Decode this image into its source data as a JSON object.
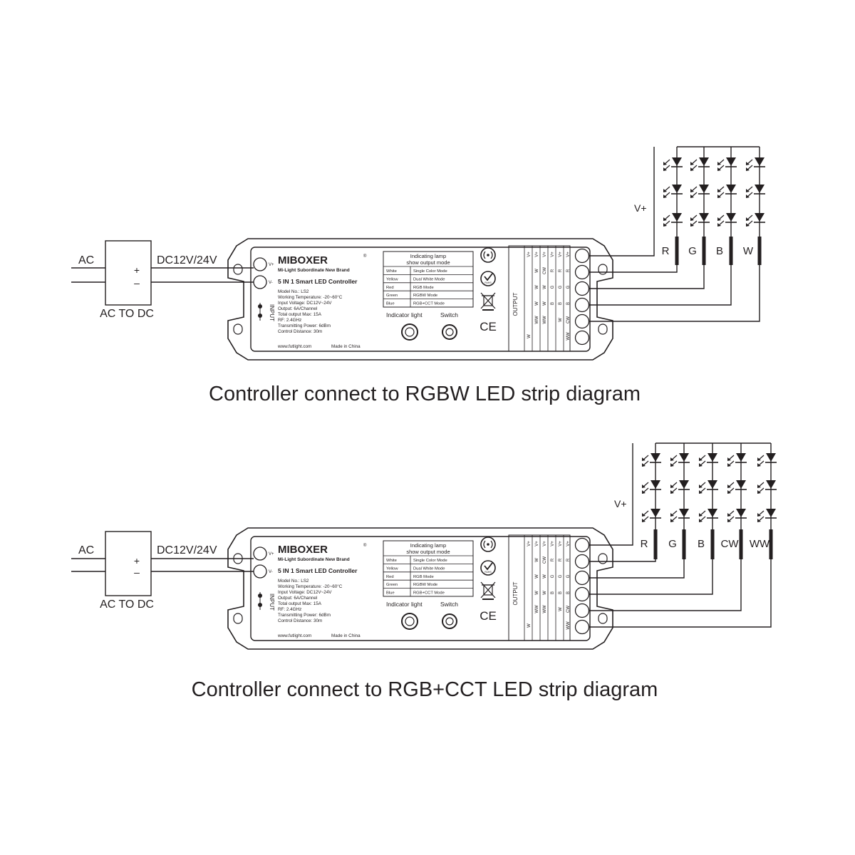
{
  "diagrams": [
    {
      "caption": "Controller connect to RGBW LED strip diagram",
      "strip_labels": [
        "R",
        "G",
        "B",
        "W"
      ]
    },
    {
      "caption": "Controller connect to RGB+CCT LED strip diagram",
      "strip_labels": [
        "R",
        "G",
        "B",
        "CW",
        "WW"
      ]
    }
  ],
  "power": {
    "ac_label": "AC",
    "dc_label": "DC12V/24V",
    "plus": "+",
    "minus": "–",
    "box_label": "AC TO DC",
    "vplus_label": "V+"
  },
  "controller": {
    "brand": "MIBOXER",
    "brand_sub": "Mi-Light Subordinate New Brand",
    "product": "5 IN 1 Smart LED Controller",
    "specs": [
      "Model No.: LS2",
      "Working Temperature: -20~60°C",
      "Input Voltage: DC12V~24V",
      "Output: 6A/Channel",
      "Total output Max: 15A",
      "RF: 2.4GHz",
      "Transmitting Power: 6dBm",
      "Control Distance: 30m"
    ],
    "website": "www.futlight.com",
    "made_in": "Made in China",
    "input_vplus": "V+",
    "input_vminus": "V-",
    "input_label": "INPUT",
    "indicator_title": [
      "Indicating lamp",
      "show output mode"
    ],
    "indicator_rows": [
      [
        "White",
        "Single Color Mode"
      ],
      [
        "Yellow",
        "Dual White Mode"
      ],
      [
        "Red",
        "RGB Mode"
      ],
      [
        "Green",
        "RGBW Mode"
      ],
      [
        "Blue",
        "RGB+CCT Mode"
      ]
    ],
    "indicator_light_label": "Indicator light",
    "switch_label": "Switch",
    "rohs_label": "RoHS",
    "ce_label": "CE",
    "output_label": "OUTPUT",
    "output_columns": [
      [
        "V+",
        "",
        "",
        "",
        "",
        "W"
      ],
      [
        "V+",
        "W",
        "W",
        "W",
        "WW",
        ""
      ],
      [
        "V+",
        "CW",
        "W",
        "W",
        "WW",
        ""
      ],
      [
        "V+",
        "R",
        "G",
        "B",
        "",
        ""
      ],
      [
        "V+",
        "R",
        "G",
        "B",
        "W",
        ""
      ],
      [
        "V+",
        "R",
        "G",
        "B",
        "CW",
        "WW"
      ]
    ]
  }
}
